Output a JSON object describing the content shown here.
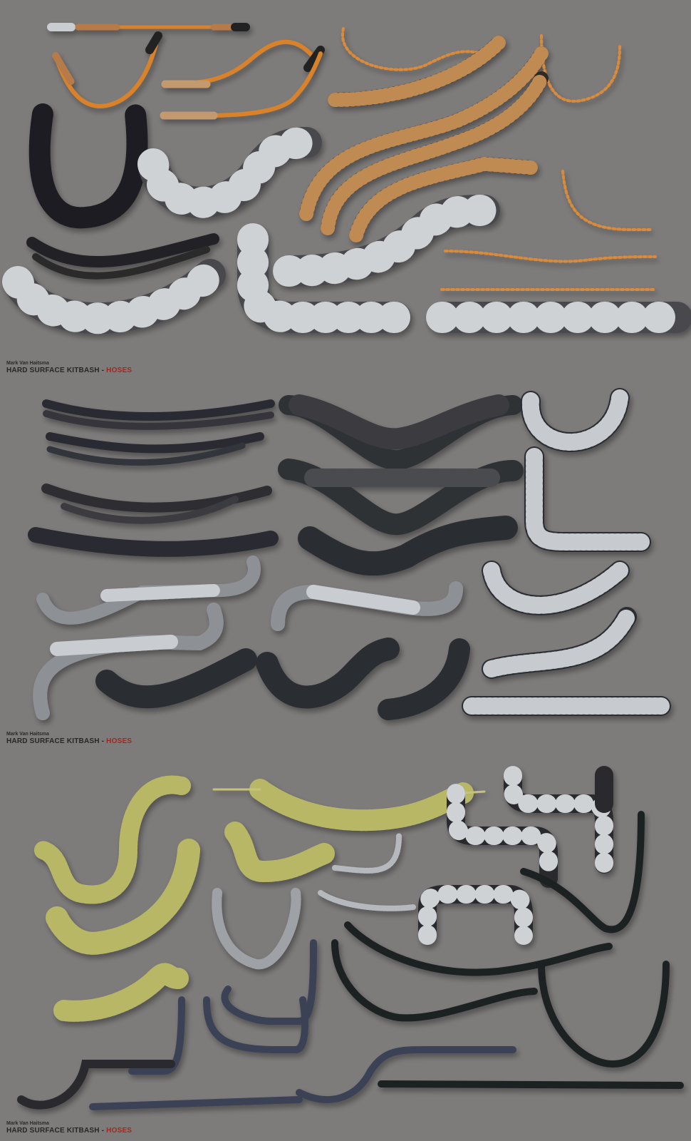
{
  "panels": [
    {
      "author": "Mark Van Haitsma",
      "title_main": "HARD SURFACE KITBASH",
      "title_sep": " - ",
      "title_accent": "HOSES"
    },
    {
      "author": "Mark Van Haitsma",
      "title_main": "HARD SURFACE KITBASH",
      "title_sep": " - ",
      "title_accent": "HOSES"
    },
    {
      "author": "Mark Van Haitsma",
      "title_main": "HARD SURFACE KITBASH",
      "title_sep": " - ",
      "title_accent": "HOSES"
    }
  ],
  "colors": {
    "background": "#7d7b7a",
    "accent_text": "#9c2a22",
    "orange_hose": "#d9822b",
    "dark_hose": "#2c2c2e",
    "yellow_coil": "#b8b766",
    "chrome": "#b9bcbf"
  }
}
